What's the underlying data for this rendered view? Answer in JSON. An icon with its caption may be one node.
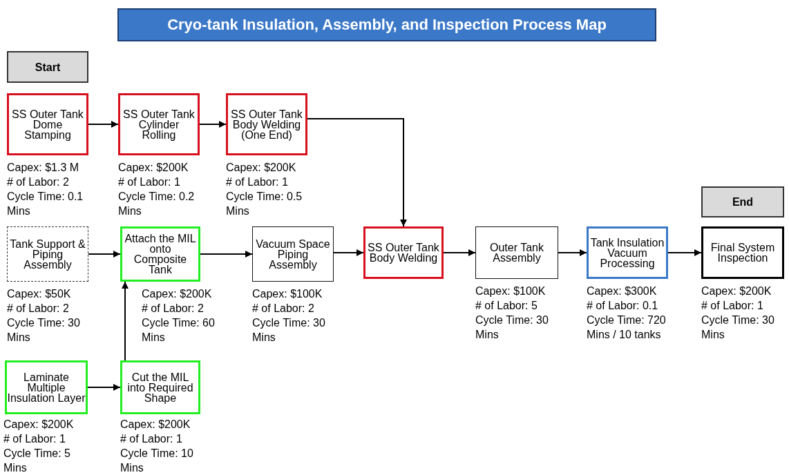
{
  "diagram": {
    "title": "Cryo-tank Insulation, Assembly, and Inspection Process Map",
    "nodes": [
      {
        "text": [
          "Start"
        ]
      },
      {
        "text": [
          "SS Outer Tank Dome Stamping"
        ],
        "beside": [
          "Capex: $1.3 M",
          "# of Labor: 2",
          "Cycle Time: 0.1 Mins"
        ]
      },
      {
        "text": [
          "SS Outer Tank Cylinder Rolling"
        ],
        "beside": [
          "Capex: $200K",
          "# of Labor: 1",
          "Cycle Time: 0.2 Mins"
        ]
      },
      {
        "text": [
          "SS Outer Tank Body Welding (One End)"
        ],
        "beside": [
          "Capex: $200K",
          "# of Labor: 1",
          "Cycle Time: 0.5 Mins"
        ]
      },
      {
        "text": [
          "End"
        ]
      },
      {
        "text": [
          "Tank Support & Piping Assembly"
        ],
        "beside": [
          "Capex: $50K",
          "# of Labor: 2",
          "Cycle Time: 30 Mins"
        ]
      },
      {
        "text": [
          "Attach the MIL onto Composite Tank"
        ],
        "beside": [
          "Capex: $200K",
          "# of Labor: 2",
          "Cycle Time: 60 Mins"
        ]
      },
      {
        "text": [
          "Vacuum Space Piping Assembly"
        ],
        "beside": [
          "Capex: $100K",
          "# of Labor: 2",
          "Cycle Time: 30 Mins"
        ]
      },
      {
        "text": [
          "SS Outer Tank Body Welding"
        ]
      },
      {
        "text": [
          "Outer Tank Assembly"
        ],
        "beside": [
          "Capex: $100K",
          "# of Labor: 5",
          "Cycle Time: 30 Mins"
        ]
      },
      {
        "text": [
          "Tank Insulation Vacuum Processing"
        ],
        "beside": [
          "Capex: $300K",
          "# of Labor: 0.1",
          "Cycle Time: 720 Mins / 10 tanks"
        ]
      },
      {
        "text": [
          "Final System Inspection"
        ],
        "beside": [
          "Capex: $200K",
          "# of Labor: 1",
          "Cycle Time: 30 Mins"
        ]
      },
      {
        "text": [
          "Laminate Multiple Insulation Layer"
        ],
        "beside": [
          "Capex: $200K",
          "# of Labor: 1",
          "Cycle Time: 5 Mins"
        ]
      },
      {
        "text": [
          "Cut the MIL into Required Shape"
        ],
        "beside": [
          "Capex: $200K",
          "# of Labor: 1",
          "Cycle Time: 10 Mins"
        ]
      }
    ],
    "edges": [
      {
        "from": 1,
        "to": 2,
        "arrow": "to"
      },
      {
        "from": 2,
        "to": 3,
        "arrow": "to"
      },
      {
        "from": 3,
        "to": 8,
        "arrow": "to"
      },
      {
        "from": 5,
        "to": 6,
        "arrow": "to"
      },
      {
        "from": 6,
        "to": 7,
        "arrow": "to"
      },
      {
        "from": 7,
        "to": 8,
        "arrow": "to"
      },
      {
        "from": 8,
        "to": 9,
        "arrow": "to"
      },
      {
        "from": 9,
        "to": 10,
        "arrow": "to"
      },
      {
        "from": 10,
        "to": 11,
        "arrow": "to"
      },
      {
        "from": 12,
        "to": 13,
        "arrow": "to"
      },
      {
        "from": 13,
        "to": 6,
        "arrow": "to"
      }
    ]
  }
}
